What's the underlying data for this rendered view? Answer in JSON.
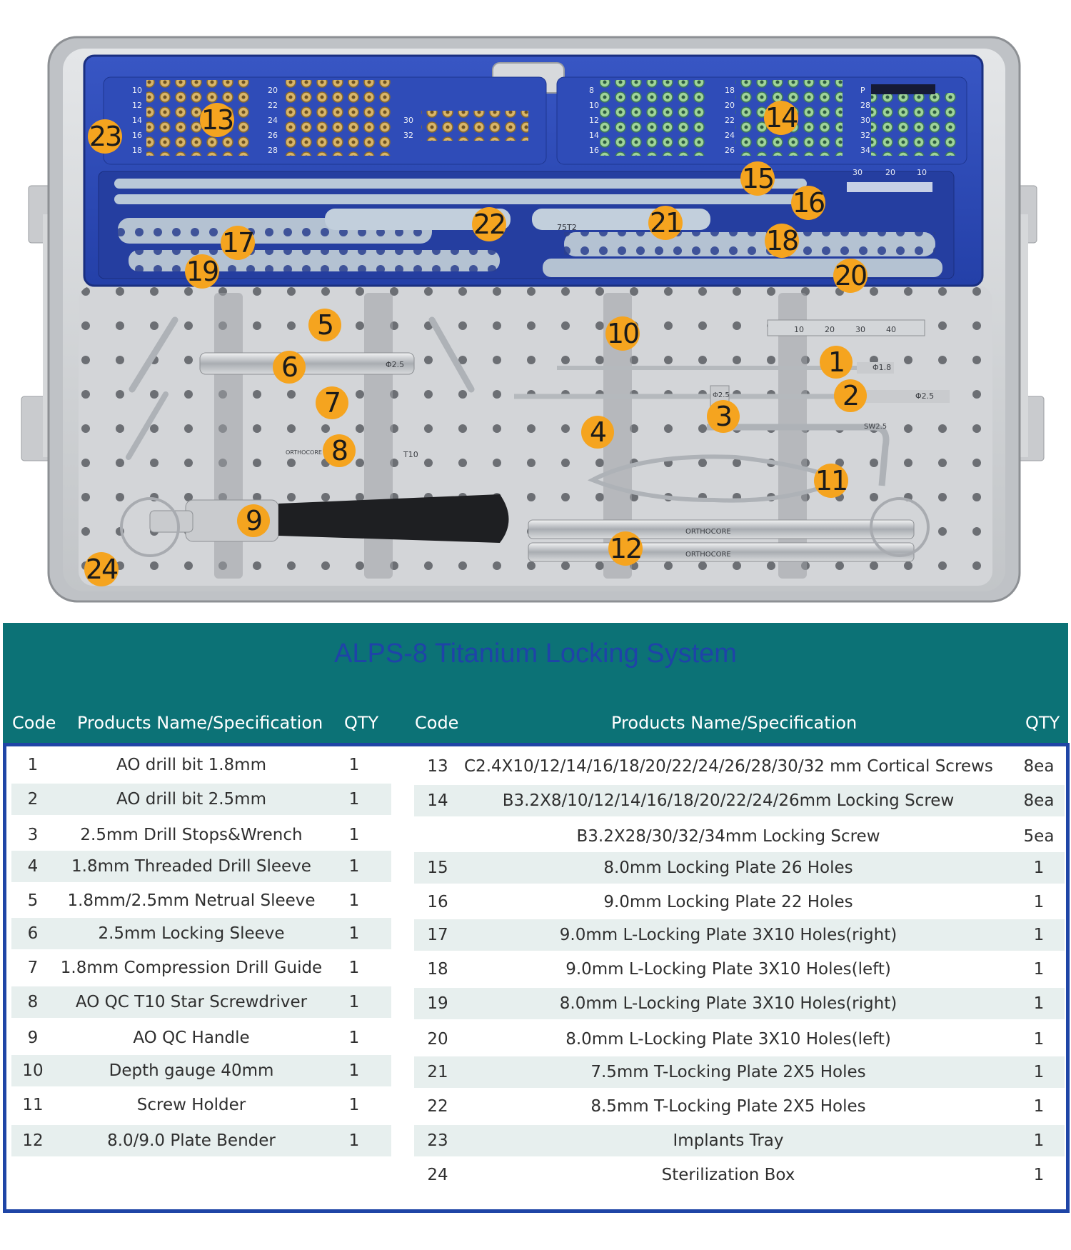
{
  "photo": {
    "callouts": [
      "1",
      "2",
      "3",
      "4",
      "5",
      "6",
      "7",
      "8",
      "9",
      "10",
      "11",
      "12",
      "13",
      "14",
      "15",
      "16",
      "17",
      "18",
      "19",
      "20",
      "21",
      "22",
      "23",
      "24"
    ],
    "engravings": {
      "depth_scale": [
        "10",
        "20",
        "30",
        "40"
      ],
      "drill_1": "Φ1.8",
      "drill_2": "Φ2.5",
      "stop_1": "Φ2.5",
      "sleeve_6": "Φ2.5",
      "screwdriver_tip": "T10",
      "brand": "ORTHOCORE",
      "wrench": "SW2.5",
      "plate_mark": "75T2",
      "ruler_scale": [
        "30",
        "20",
        "10"
      ],
      "left_rows": [
        "10",
        "12",
        "14",
        "16",
        "18"
      ],
      "mid_rows": [
        "20",
        "22",
        "24",
        "26",
        "28"
      ],
      "mid_rows_b": [
        "30",
        "32"
      ],
      "right_rows": [
        "8",
        "10",
        "12",
        "14",
        "16"
      ],
      "right_rows_b": [
        "18",
        "20",
        "22",
        "24",
        "26"
      ],
      "right_rows_c": [
        "P",
        "28",
        "30",
        "32",
        "34"
      ]
    }
  },
  "table": {
    "title": "ALPS-8 Titanium Locking System",
    "headers": {
      "left_code": "Code",
      "left_name": "Products Name/Specification",
      "left_qty": "QTY",
      "right_code": "Code",
      "right_name": "Products Name/Specification",
      "right_qty": "QTY"
    },
    "left_rows": [
      {
        "code": "1",
        "name": "AO drill bit 1.8mm",
        "qty": "1"
      },
      {
        "code": "2",
        "name": "AO drill bit 2.5mm",
        "qty": "1"
      },
      {
        "code": "3",
        "name": "2.5mm Drill Stops&Wrench",
        "qty": "1"
      },
      {
        "code": "4",
        "name": "1.8mm Threaded Drill Sleeve",
        "qty": "1"
      },
      {
        "code": "5",
        "name": "1.8mm/2.5mm Netrual Sleeve",
        "qty": "1"
      },
      {
        "code": "6",
        "name": "2.5mm Locking Sleeve",
        "qty": "1"
      },
      {
        "code": "7",
        "name": "1.8mm Compression Drill Guide",
        "qty": "1"
      },
      {
        "code": "8",
        "name": "AO QC T10 Star Screwdriver",
        "qty": "1"
      },
      {
        "code": "9",
        "name": "AO QC Handle",
        "qty": "1"
      },
      {
        "code": "10",
        "name": "Depth gauge 40mm",
        "qty": "1"
      },
      {
        "code": "11",
        "name": "Screw Holder",
        "qty": "1"
      },
      {
        "code": "12",
        "name": "8.0/9.0 Plate Bender",
        "qty": "1"
      }
    ],
    "right_rows": [
      {
        "code": "13",
        "name": "C2.4X10/12/14/16/18/20/22/24/26/28/30/32 mm Cortical Screws",
        "qty": "8ea"
      },
      {
        "code": "14",
        "name": "B3.2X8/10/12/14/16/18/20/22/24/26mm Locking Screw",
        "qty": "8ea"
      },
      {
        "code": "",
        "name": "B3.2X28/30/32/34mm Locking Screw",
        "qty": "5ea"
      },
      {
        "code": "15",
        "name": "8.0mm Locking Plate 26 Holes",
        "qty": "1"
      },
      {
        "code": "16",
        "name": "9.0mm Locking Plate 22 Holes",
        "qty": "1"
      },
      {
        "code": "17",
        "name": "9.0mm L-Locking Plate 3X10 Holes(right)",
        "qty": "1"
      },
      {
        "code": "18",
        "name": "9.0mm L-Locking Plate 3X10 Holes(left)",
        "qty": "1"
      },
      {
        "code": "19",
        "name": "8.0mm L-Locking Plate 3X10 Holes(right)",
        "qty": "1"
      },
      {
        "code": "20",
        "name": "8.0mm L-Locking Plate 3X10 Holes(left)",
        "qty": "1"
      },
      {
        "code": "21",
        "name": "7.5mm T-Locking Plate 2X5 Holes",
        "qty": "1"
      },
      {
        "code": "22",
        "name": "8.5mm T-Locking Plate 2X5 Holes",
        "qty": "1"
      },
      {
        "code": "23",
        "name": "Implants Tray",
        "qty": "1"
      },
      {
        "code": "24",
        "name": "Sterilization Box",
        "qty": "1"
      }
    ]
  }
}
